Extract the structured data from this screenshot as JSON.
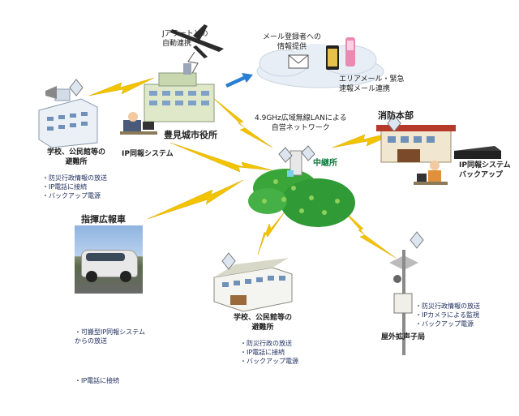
{
  "labels": {
    "j_alert": "Jアラートとの\n自動連携",
    "mail_provide": "メール登録者への\n情報提供",
    "area_mail": "エリアメール・緊急\n速報メール連携",
    "city_hall": "豊見城市役所",
    "network": "4.9GHz広域無線LANによる\n自営ネットワーク",
    "fire_hq": "消防本部",
    "relay": "中継所",
    "ip_system": "IP同報システム",
    "ip_backup": "IP同報システム\nバックアップ",
    "shelter_left": "学校、公民館等の\n避難所",
    "shelter_bottom": "学校、公民館等の\n避難所",
    "command_car": "指揮広報車",
    "outdoor_speaker": "屋外拡声子局"
  },
  "bullets": {
    "shelter_left": [
      "防災行政情報の放送",
      "IP電話に接続",
      "バックアップ電源"
    ],
    "command_car": [
      "可搬型IP同報システム\nからの放送",
      "IP電話に接続"
    ],
    "shelter_bottom": [
      "防災行政の放送",
      "IP電話に接続",
      "バックアップ電源"
    ],
    "outdoor_speaker": [
      "防災行政情報の放送",
      "IPカメラによる監視",
      "バックアップ電源"
    ]
  },
  "colors": {
    "link": "#f2c400",
    "arrow": "#2a7fd4",
    "cloud": "#e8eef6",
    "hill": "#3aa63a",
    "relay_label": "#0a7a3a",
    "text_blue": "#1a2a5a"
  }
}
